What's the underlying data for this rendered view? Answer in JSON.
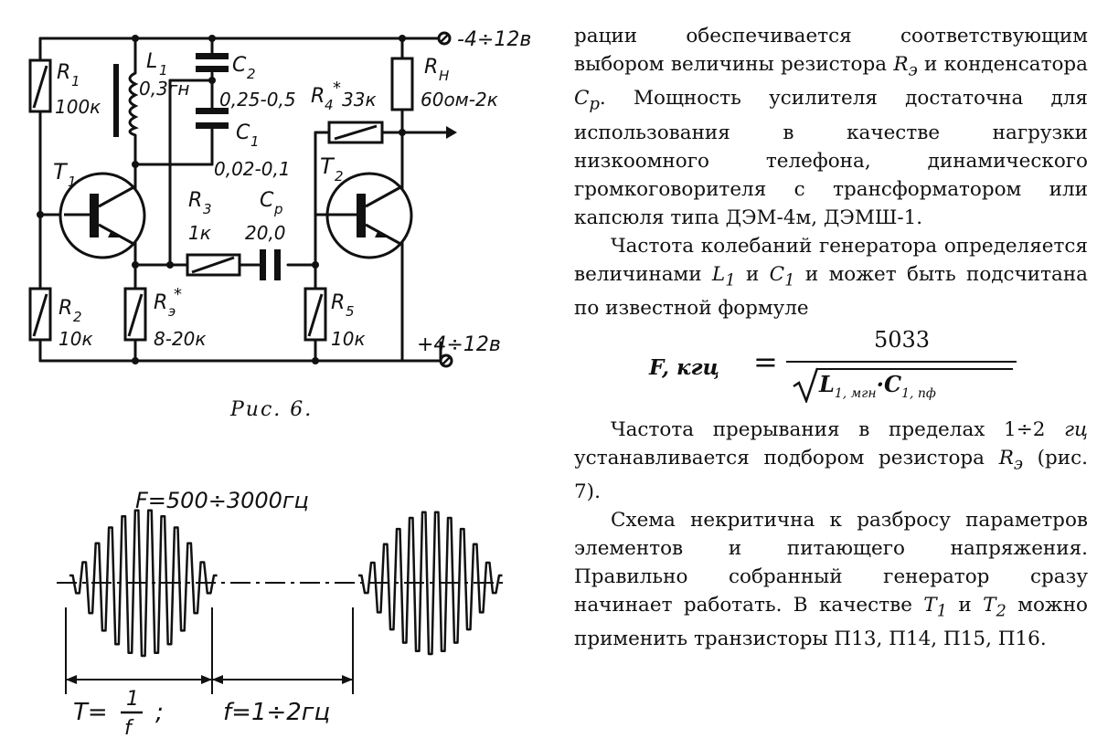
{
  "schematic": {
    "supply_top": "-4÷12в",
    "supply_bottom": "+4÷12в",
    "r1_name": "R",
    "r1_sub": "1",
    "r1_value": "100к",
    "l1_name": "L",
    "l1_sub": "1",
    "l1_value": "0,3гн",
    "c2_name": "C",
    "c2_sub": "2",
    "c2_value": "0,25-0,5",
    "c1_name": "C",
    "c1_sub": "1",
    "c1_value": "0,02-0,1",
    "rn_name": "R",
    "rn_sub": "Н",
    "rn_value": "60ом-2к",
    "r4_name": "R",
    "r4_sub": "4",
    "r4_star": "*",
    "r4_value": "33к",
    "t1_name": "T",
    "t1_sub": "1",
    "t2_name": "T",
    "t2_sub": "2",
    "r3_name": "R",
    "r3_sub": "3",
    "r3_value": "1к",
    "cp_name": "C",
    "cp_sub": "p",
    "cp_value": "20,0",
    "r2_name": "R",
    "r2_sub": "2",
    "r2_value": "10к",
    "re_name": "R",
    "re_sub": "э",
    "re_star": "*",
    "re_value": "8-20к",
    "r5_name": "R",
    "r5_sub": "5",
    "r5_value": "10к"
  },
  "figure6_caption": "Рис. 6.",
  "waveform": {
    "title": "F=500÷3000гц",
    "period_label_left": "T=",
    "period_frac_num": "1",
    "period_frac_den": "f",
    "period_label_tail": ";",
    "freq_label": "f=1÷2гц"
  },
  "text": {
    "p1": "рации обеспечивается соответствующим выбором величины резистора",
    "p1_sym": "R",
    "p1_sym_sub": "э",
    "p1b": "и конденсатора",
    "p1b_sym": "C",
    "p1b_sym_sub": "p",
    "p1c": ". Мощность усилителя достаточна для использования в качестве нагрузки низкоомного телефона, динамического громкоговорителя с трансформатором или капсюля типа ДЭМ-4м, ДЭМШ-1.",
    "p2a": "Частота колебаний генератора определяется величинами",
    "p2_sym1": "L",
    "p2_sym1_sub": "1",
    "p2_and": "и",
    "p2_sym2": "C",
    "p2_sym2_sub": "1",
    "p2b": "и может быть подсчитана по известной формуле",
    "formula_lhs": "F, кгц",
    "formula_eq": "=",
    "formula_num": "5033",
    "formula_den_l": "L",
    "formula_den_l_sub": "1, мгн",
    "formula_dot": "·",
    "formula_den_c": "C",
    "formula_den_c_sub": "1, пф",
    "p3a": "Частота прерывания в пределах 1÷2",
    "p3_unit": "гц",
    "p3b": "устанавливается подбором резистора",
    "p3_sym": "R",
    "p3_sym_sub": "э",
    "p3c": "(рис. 7).",
    "p4a": "Схема некритична к разбросу параметров элементов и питающего напряжения. Правильно собранный генератор сразу начинает работать. В качестве",
    "p4_sym1": "T",
    "p4_sym1_sub": "1",
    "p4_and": "и",
    "p4_sym2": "T",
    "p4_sym2_sub": "2",
    "p4b": "можно применить транзисторы П13, П14, П15, П16."
  }
}
